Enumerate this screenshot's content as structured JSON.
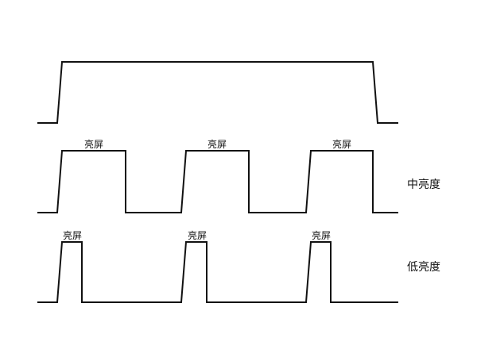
{
  "diagram": {
    "stroke_color": "#111111",
    "background_color": "#ffffff",
    "rows": [
      {
        "label": "",
        "pulse_label": "",
        "pulses": [
          {
            "label": ""
          }
        ]
      },
      {
        "label": "中亮度",
        "pulses": [
          {
            "label": "亮屏"
          },
          {
            "label": "亮屏"
          },
          {
            "label": "亮屏"
          }
        ]
      },
      {
        "label": "低亮度",
        "pulses": [
          {
            "label": "亮屏"
          },
          {
            "label": "亮屏"
          },
          {
            "label": "亮屏"
          }
        ]
      }
    ]
  }
}
